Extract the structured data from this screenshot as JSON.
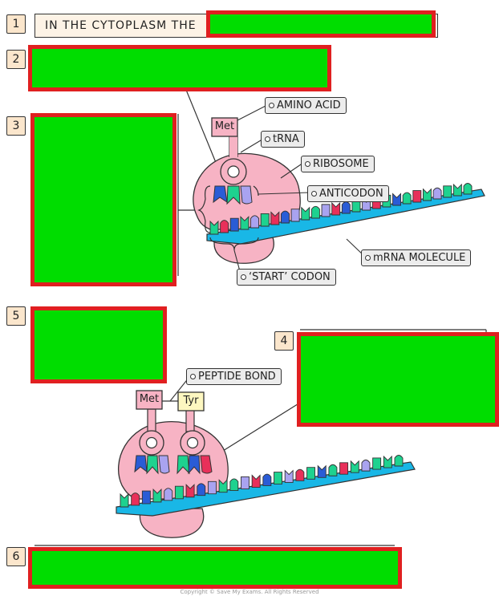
{
  "steps": {
    "s1": "1",
    "s2": "2",
    "s3": "3",
    "s4": "4",
    "s5": "5",
    "s6": "6"
  },
  "step1_text": "IN THE CYTOPLASM THE",
  "labels": {
    "amino_acid": "AMINO ACID",
    "trna": "tRNA",
    "ribosome": "RIBOSOME",
    "anticodon": "ANTICODON",
    "mrna": "mRNA MOLECULE",
    "start_codon": "‘START’ CODON",
    "peptide_bond": "PEPTIDE BOND"
  },
  "amino_acids": {
    "met1": "Met",
    "met2": "Met",
    "tyr": "Tyr"
  },
  "colors": {
    "mask_fill": "#00dd00",
    "mask_border": "#e02020",
    "ribosome": "#f7b3c4",
    "mrna": "#19b7e6",
    "panel": "#fdf3e6",
    "amino_box": "#f7b3c4",
    "tyr_box": "#fdf7c0"
  },
  "copyright": "Copyright © Save My Exams. All Rights Reserved"
}
